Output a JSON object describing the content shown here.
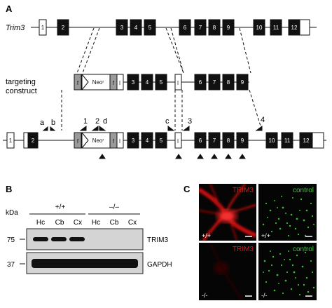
{
  "panelA": {
    "letter": "A",
    "gene_name": "Trim3",
    "gene_exons": [
      "1",
      "2",
      "3",
      "4",
      "5",
      "6",
      "7",
      "8",
      "9",
      "10",
      "11",
      "12"
    ],
    "targeting_label_line1": "targeting",
    "targeting_label_line2": "construct",
    "neo_label": "Neoʳ",
    "f_label": "f",
    "l_label": "l",
    "construct_exons": [
      "3",
      "4",
      "5",
      "6",
      "7",
      "8",
      "9"
    ],
    "final_exons": [
      "1",
      "2",
      "3",
      "4",
      "5",
      "6",
      "7",
      "8",
      "9",
      "10",
      "11",
      "12"
    ],
    "primer_labels": [
      "a",
      "b",
      "1",
      "2",
      "d",
      "c",
      "3",
      "4"
    ]
  },
  "panelB": {
    "letter": "B",
    "kda_label": "kDa",
    "genotype_wt": "+/+",
    "genotype_ko": "–/–",
    "lanes": [
      "Hc",
      "Cb",
      "Cx",
      "Hc",
      "Cb",
      "Cx"
    ],
    "marker_75": "75",
    "marker_37": "37",
    "blot1_label": "TRIM3",
    "blot2_label": "GAPDH"
  },
  "panelC": {
    "letter": "C",
    "tl_label": "TRIM3",
    "tr_label": "control",
    "bl_label": "TRIM3",
    "br_label": "control",
    "tl_genotype": "+/+",
    "tr_genotype": "+/+",
    "bl_genotype": "-/-",
    "br_genotype": "-/-",
    "red": "#e01818",
    "green": "#30d030"
  }
}
